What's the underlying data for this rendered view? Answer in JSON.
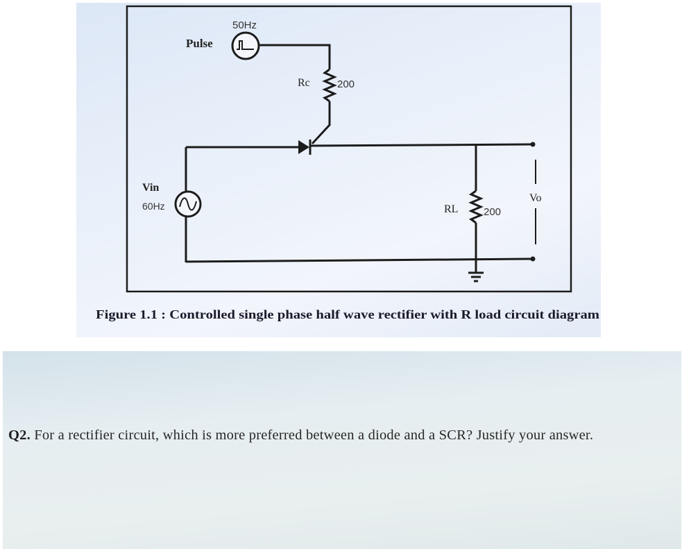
{
  "figure": {
    "pulse_label": "Pulse",
    "pulse_freq": "50Hz",
    "rg_label": "Rc",
    "rg_value": "200",
    "vin_label": "Vin",
    "vin_freq": "60Hz",
    "rl_label": "RL",
    "rl_value": "200",
    "vo_label": "Vo",
    "caption": "Figure 1.1 : Controlled single phase half wave rectifier with R load circuit diagram"
  },
  "question": {
    "number": "Q2.",
    "text": " For a rectifier circuit, which is more preferred between a diode and a SCR? Justify your answer."
  }
}
